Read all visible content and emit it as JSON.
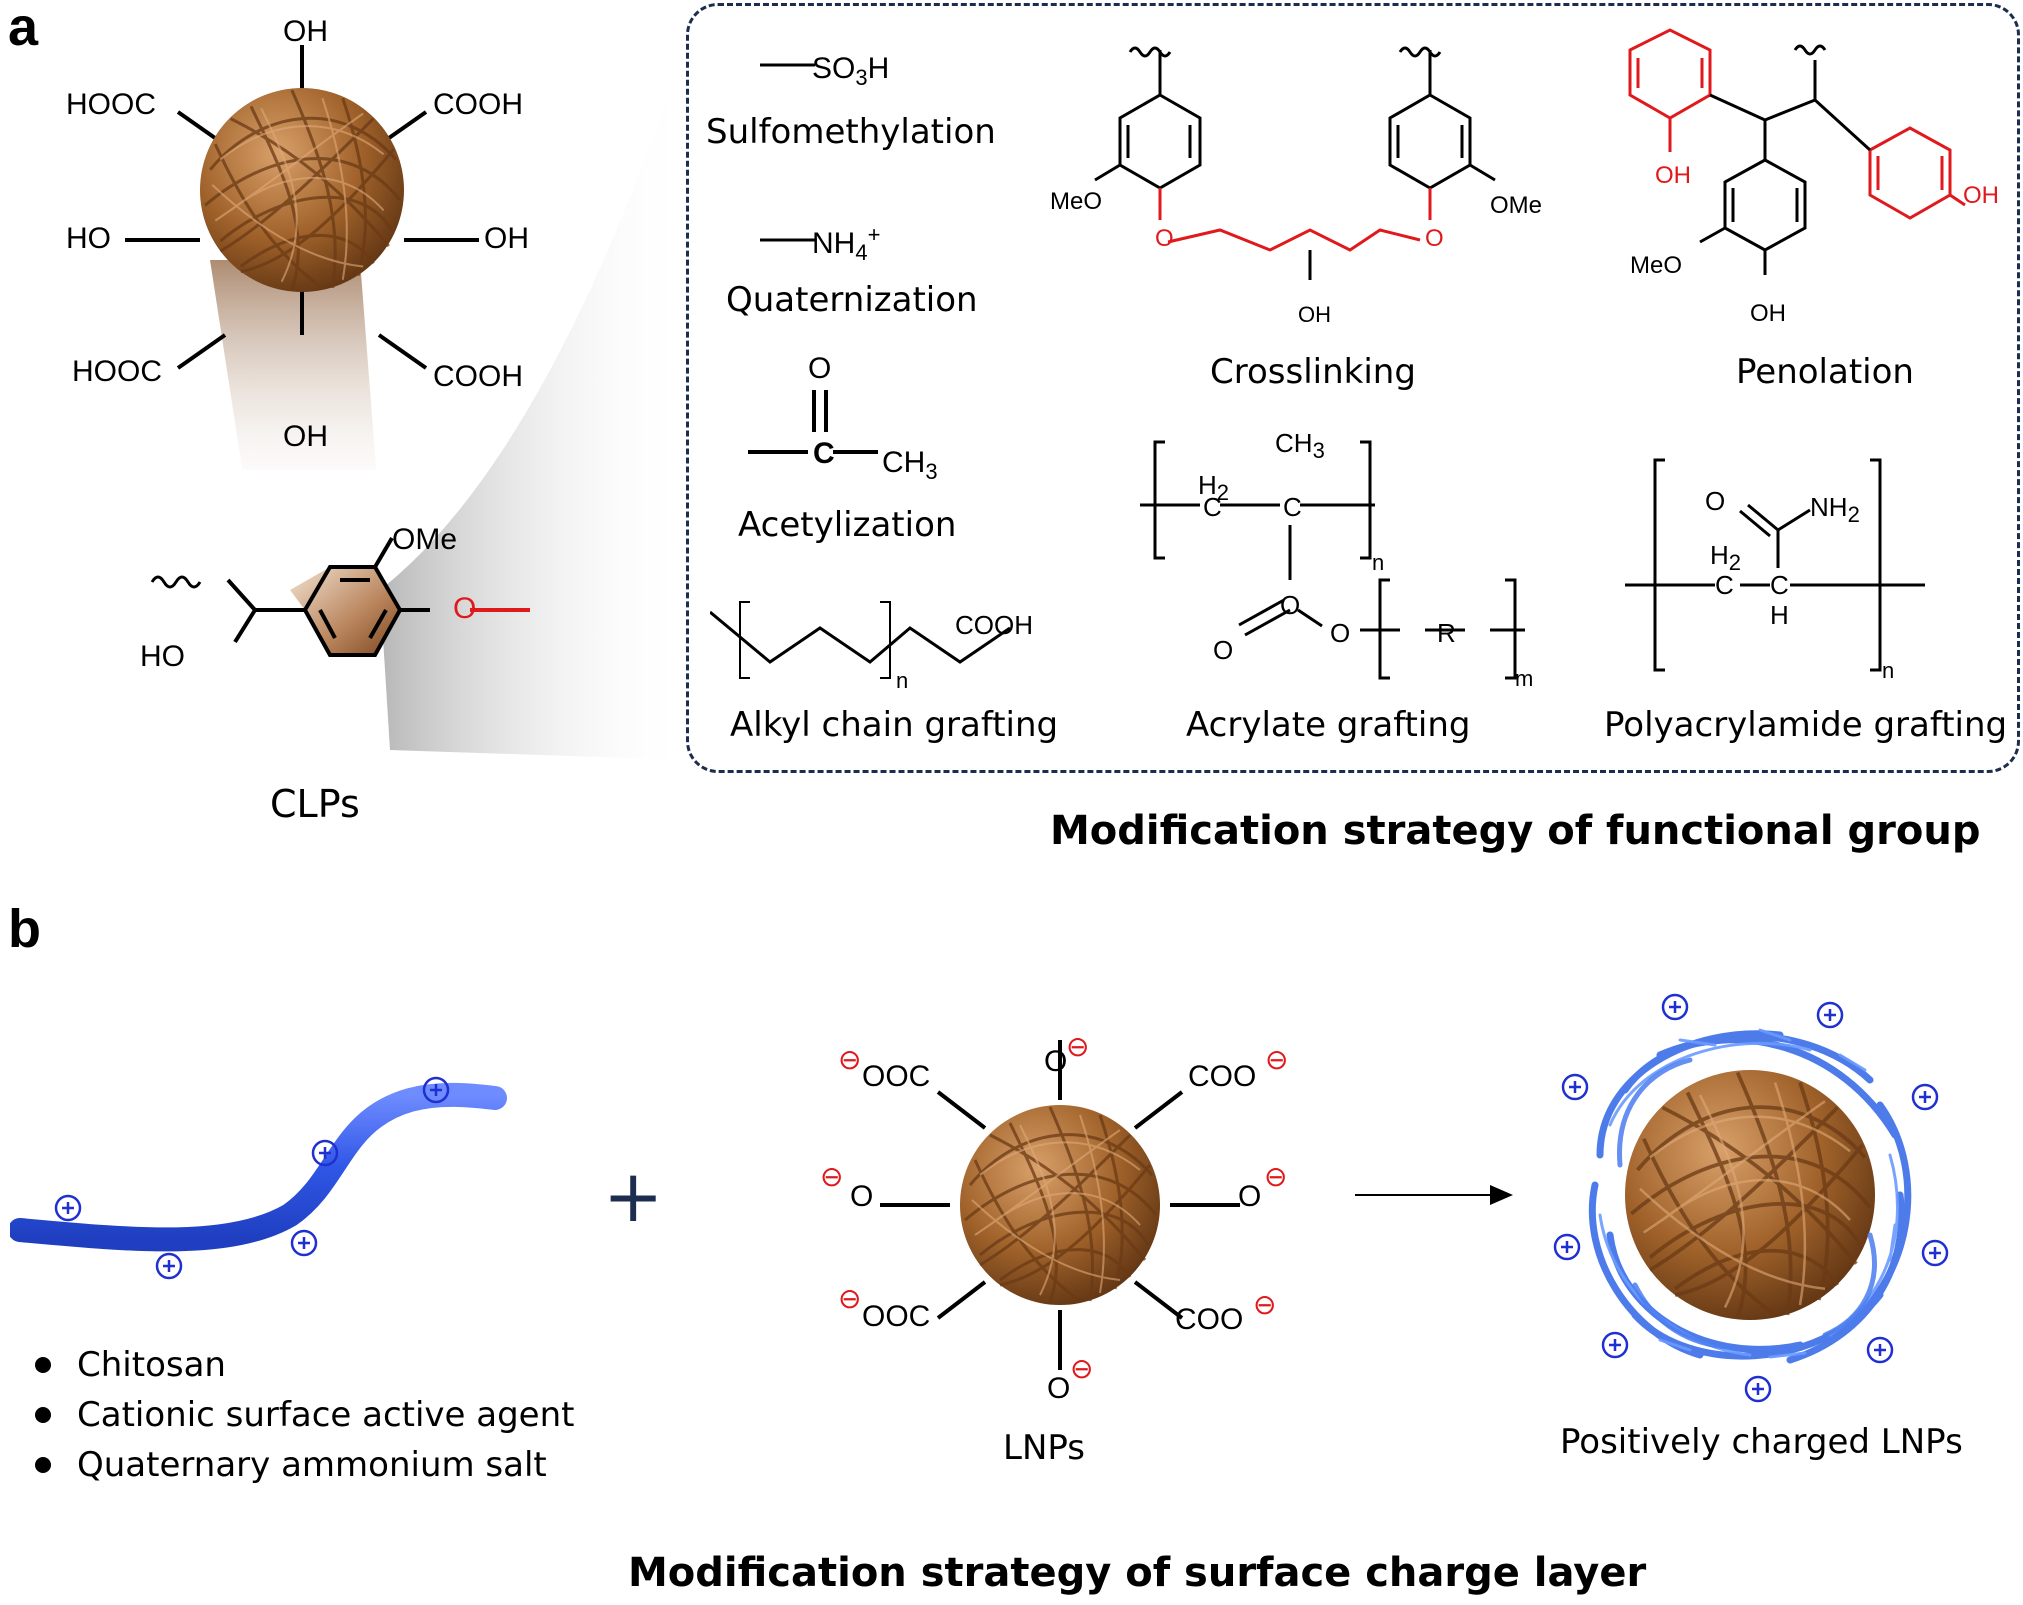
{
  "panel_a": {
    "letter": "a",
    "clp_groups": {
      "top": "OH",
      "bottom": "OH",
      "upper_left": "HOOC",
      "upper_right": "COOH",
      "mid_left": "HO",
      "mid_right": "OH",
      "lower_left": "HOOC",
      "lower_right": "COOH"
    },
    "monomer": {
      "ome": "OMe",
      "ho": "HO",
      "o": "O"
    },
    "particle_label": "CLPs",
    "strategies": {
      "sulfomethylation": {
        "group": "SO",
        "sub": "3",
        "tail": "H",
        "name": "Sulfomethylation"
      },
      "quaternization": {
        "group": "NH",
        "sub": "4",
        "sup": "+",
        "name": "Quaternization"
      },
      "acetylization": {
        "o": "O",
        "c": "C",
        "ch": "CH",
        "sub": "3",
        "name": "Acetylization"
      },
      "alkyl_chain": {
        "cooh": "COOH",
        "n": "n",
        "name": "Alkyl chain grafting"
      },
      "crosslinking": {
        "meo": "MeO",
        "ome": "OMe",
        "oh": "OH",
        "o": "O",
        "name": "Crosslinking"
      },
      "phenolation": {
        "oh": "OH",
        "meo": "MeO",
        "name": "Penolation"
      },
      "acrylate": {
        "h2": "H",
        "sub2": "2",
        "c": "C",
        "ch3": "CH",
        "sub3": "3",
        "o": "O",
        "r": "R",
        "n": "n",
        "m": "m",
        "name": "Acrylate grafting"
      },
      "polyacrylamide": {
        "o": "O",
        "nh2": "NH",
        "sub2": "2",
        "h2": "H",
        "c": "C",
        "h": "H",
        "n": "n",
        "name": "Polyacrylamide grafting"
      }
    },
    "heading": "Modification strategy of functional group"
  },
  "panel_b": {
    "letter": "b",
    "plus_sign": "+",
    "cation_types": [
      "Chitosan",
      "Cationic surface active agent",
      "Quaternary ammonium salt"
    ],
    "lnp_groups": {
      "top": "O",
      "bottom": "O",
      "upper_left": "OOC",
      "upper_right": "COO",
      "mid_left": "O",
      "mid_right": "O",
      "lower_left": "OOC",
      "lower_right": "COO"
    },
    "lnp_label": "LNPs",
    "result_label": "Positively charged LNPs",
    "heading": "Modification strategy of surface charge layer"
  },
  "colors": {
    "lignin_brown": "#a0622a",
    "chitosan_blue": "#3a63e8",
    "negative_red": "#e0191c",
    "positive_blue": "#1f2fd0",
    "frame_navy": "#1d2d4f"
  }
}
